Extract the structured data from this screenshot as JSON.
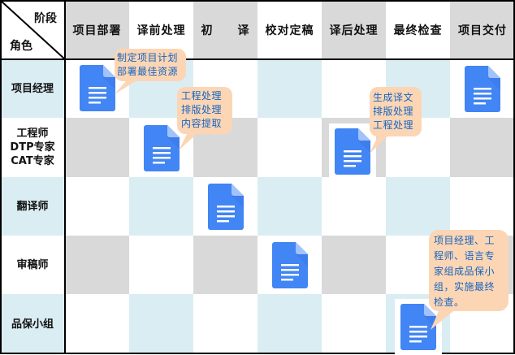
{
  "header": {
    "corner_top": "阶段",
    "corner_bottom": "角色",
    "stages": [
      "项目部署",
      "译前处理",
      "初　　译",
      "校对定稿",
      "译后处理",
      "最终检查",
      "项目交付"
    ]
  },
  "roles": [
    {
      "label": "项目经理"
    },
    {
      "label_lines": [
        "工程师",
        "DTP专家",
        "CAT专家"
      ]
    },
    {
      "label": "翻译师"
    },
    {
      "label": "审稿师"
    },
    {
      "label": "品保小组"
    }
  ],
  "callouts": [
    {
      "text": "制定项目计划\n部署最佳资源"
    },
    {
      "text": "工程处理\n排版处理\n内容提取"
    },
    {
      "text": "生成译文\n排版处理\n工程处理"
    },
    {
      "text": "项目经理、工\n程师、语言专\n家组成品保小\n组，实施最终\n检查。"
    }
  ],
  "documents": [
    {
      "role": "项目经理",
      "stage": "项目部署",
      "icon": "document-icon"
    },
    {
      "role": "项目经理",
      "stage": "项目交付",
      "icon": "document-icon"
    },
    {
      "role": "工程师/DTP专家/CAT专家",
      "stage": "译前处理",
      "icon": "document-icon"
    },
    {
      "role": "工程师/DTP专家/CAT专家",
      "stage": "译后处理",
      "icon": "document-icon"
    },
    {
      "role": "翻译师",
      "stage": "初译",
      "icon": "document-icon"
    },
    {
      "role": "审稿师",
      "stage": "校对定稿",
      "icon": "document-icon"
    },
    {
      "role": "品保小组",
      "stage": "最终检查",
      "icon": "document-icon"
    }
  ],
  "colors": {
    "header_gray": "#d9d9d9",
    "light_blue": "#daedf3",
    "callout_fill": "#fcd5b4",
    "callout_text": "#1565c0",
    "doc_blue": "#4285f4",
    "doc_fold": "#a1c2fa"
  }
}
